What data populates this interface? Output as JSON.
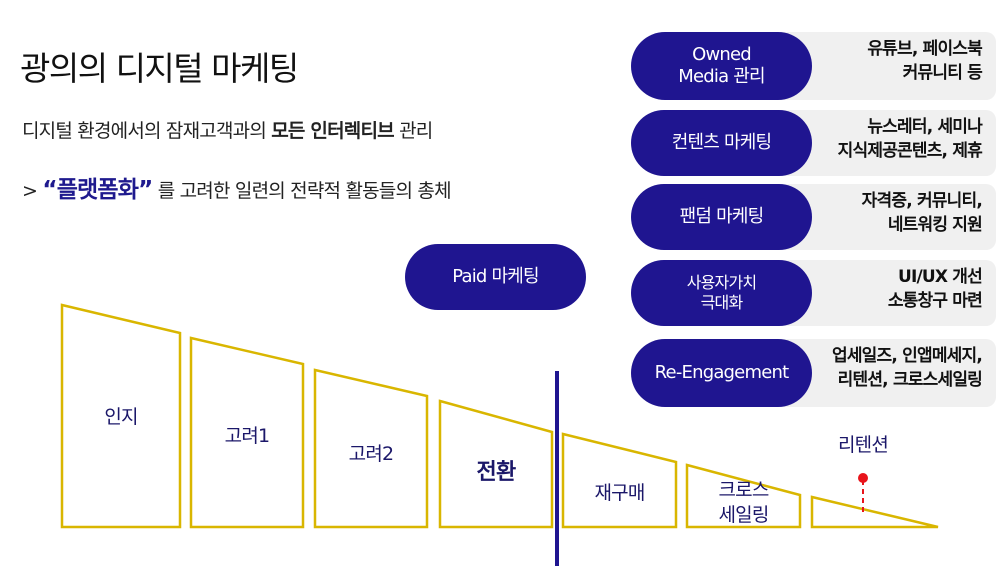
{
  "slide": {
    "title": "광의의 디지털 마케팅",
    "subtitle_prefix": "디지털 환경에서의 잠재고객과의 ",
    "subtitle_bold": "모든 인터렉티브",
    "subtitle_suffix": " 관리",
    "line2_prefix": "> ",
    "line2_highlight": "“플랫폼화”",
    "line2_suffix": " 를 고려한 일련의 전략적 활동들의 총체"
  },
  "paid_pill": {
    "label": "Paid 마케팅"
  },
  "activities": [
    {
      "label": "Owned\nMedia 관리",
      "desc": "유튜브, 페이스북\n커뮤니티 등"
    },
    {
      "label": "컨텐츠 마케팅",
      "desc": "뉴스레터, 세미나\n지식제공콘텐츠, 제휴"
    },
    {
      "label": "팬덤 마케팅",
      "desc": "자격증, 커뮤니티,\n네트워킹 지원"
    },
    {
      "label": "사용자가치\n극대화",
      "desc": "UI/UX 개선\n소통창구 마련"
    },
    {
      "label": "Re-Engagement",
      "desc": "업세일즈, 인앱메세지,\n리텐션, 크로스세일링"
    }
  ],
  "funnel": {
    "steps": [
      "인지",
      "고려1",
      "고려2",
      "전환",
      "재구매",
      "크로스\n세일링"
    ],
    "retention_label": "리텐션",
    "colors": {
      "outline": "#d9b600",
      "divider": "#1f1590",
      "marker": "#e8141b",
      "pill": "#1f1590",
      "text": "#1b1769"
    }
  }
}
